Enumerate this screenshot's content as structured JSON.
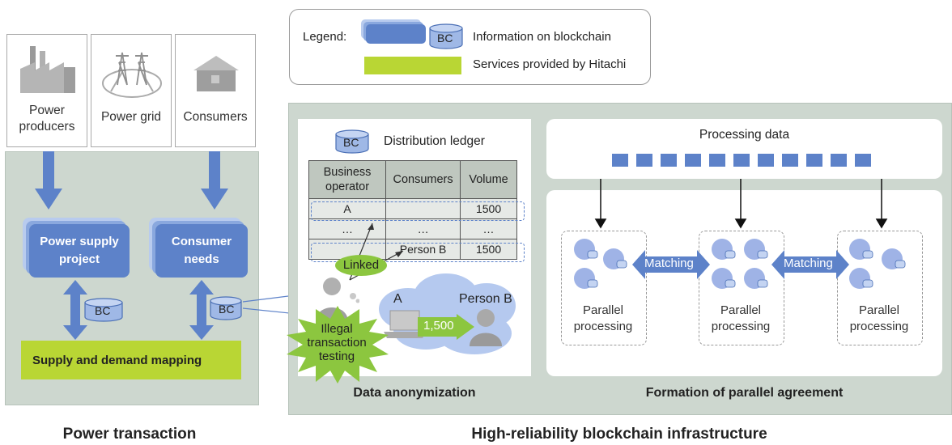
{
  "legend": {
    "prefix": "Legend:",
    "bc_label": "BC",
    "blockchain_text": "Information on blockchain",
    "hitachi_text": "Services provided by Hitachi"
  },
  "stakeholders": [
    {
      "label": "Power producers",
      "line1": "Power",
      "line2": "producers",
      "icon": "factory-icon"
    },
    {
      "label": "Power grid",
      "icon": "power-tower-icon"
    },
    {
      "label": "Consumers",
      "icon": "house-icon"
    }
  ],
  "power_transaction": {
    "supply_card_line1": "Power supply",
    "supply_card_line2": "project",
    "needs_card_line1": "Consumer",
    "needs_card_line2": "needs",
    "bc_left": "BC",
    "bc_right": "BC",
    "mapping": "Supply and demand mapping",
    "section_label": "Power transaction"
  },
  "anonymization": {
    "ledger_bc": "BC",
    "ledger_title": "Distribution ledger",
    "columns_line1": [
      "Business",
      "Consumers",
      "Volume"
    ],
    "columns_line2": [
      "operator",
      "",
      ""
    ],
    "rows": [
      [
        "A",
        "",
        "1500"
      ],
      [
        "…",
        "…",
        "…"
      ],
      [
        "",
        "Person B",
        "1500"
      ]
    ],
    "linked": "Linked",
    "person_a": "A",
    "person_b": "Person B",
    "amount": "1,500",
    "illegal_line1": "Illegal",
    "illegal_line2": "transaction",
    "illegal_line3": "testing",
    "section_label": "Data anonymization"
  },
  "parallel": {
    "processing_data": "Processing data",
    "matching_1": "Matching",
    "matching_2": "Matching",
    "pp_line1": "Parallel",
    "pp_line2": "processing",
    "section_label": "Formation of parallel agreement"
  },
  "infrastructure_label": "High-reliability blockchain infrastructure",
  "colors": {
    "panel": "#cdd7cf",
    "blockchain_blue": "#5d82c9",
    "hitachi_green": "#b9d634",
    "speech_green": "#8cc63f"
  }
}
